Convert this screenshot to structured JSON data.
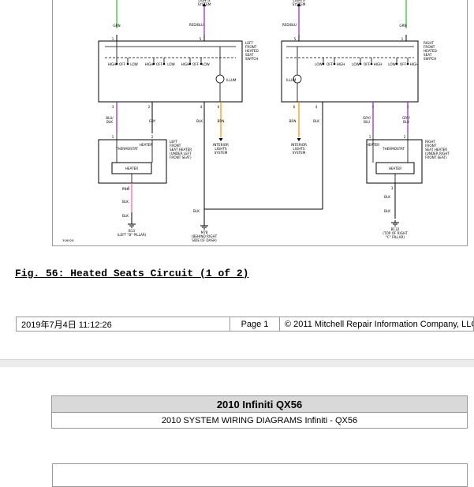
{
  "diagram": {
    "labels": {
      "grn": "GRN",
      "red_blu": "RED/BLU",
      "interior_lights_system": [
        "INTERIOR",
        "LIGHTS",
        "SYSTEM"
      ],
      "left_switch": [
        "LEFT",
        "FRONT",
        "HEATED",
        "SEAT",
        "SWITCH"
      ],
      "right_switch": [
        "RIGHT",
        "FRONT",
        "HEATED",
        "SEAT",
        "SWITCH"
      ],
      "high": "HIGH",
      "low": "LOW",
      "off": "OFF",
      "illum": "ILLUM",
      "blu_blk": [
        "BLU/",
        "BLK"
      ],
      "gry": "GRY",
      "blk": "BLK",
      "brn": "BRN",
      "gry_blu": [
        "GRY/",
        "BLU"
      ],
      "gry_blk": [
        "GRY/",
        "BLK"
      ],
      "heater": "HEATER",
      "thermostat": "THERMOSTAT",
      "left_seat_heater": [
        "LEFT",
        "FRONT",
        "SEAT HEATER",
        "(UNDER LEFT",
        "FRONT SEAT)"
      ],
      "right_seat_heater": [
        "RIGHT",
        "FRONT",
        "SEAT HEATER",
        "(UNDER RIGHT",
        "FRONT SEAT)"
      ],
      "pnk": "PNK",
      "ground_b13": [
        "B13",
        "(LEFT \"B\" PILLAR)"
      ],
      "ground_m78": [
        "M78",
        "(BEHIND RIGHT",
        "SIDE OF DASH)"
      ],
      "ground_b132": [
        "B132",
        "(TOP OF RIGHT",
        "\"C\" PILLAR)"
      ],
      "figure_code": "308928"
    },
    "pins": [
      "1",
      "2",
      "3",
      "4",
      "5",
      "6"
    ],
    "colors": {
      "grn": "#33cc33",
      "purple": "#9933cc",
      "orange": "#ff9900",
      "pink": "#ff66aa",
      "line": "#000000"
    }
  },
  "caption": "Fig. 56: Heated Seats Circuit (1 of 2)",
  "footer": {
    "datetime": "2019年7月4日  11:12:26",
    "page": "Page 1",
    "copyright": "© 2011 Mitchell Repair Information Company, LLC."
  },
  "header": {
    "title": "2010 Infiniti QX56",
    "subtitle": "2010 SYSTEM WIRING DIAGRAMS Infiniti - QX56"
  }
}
